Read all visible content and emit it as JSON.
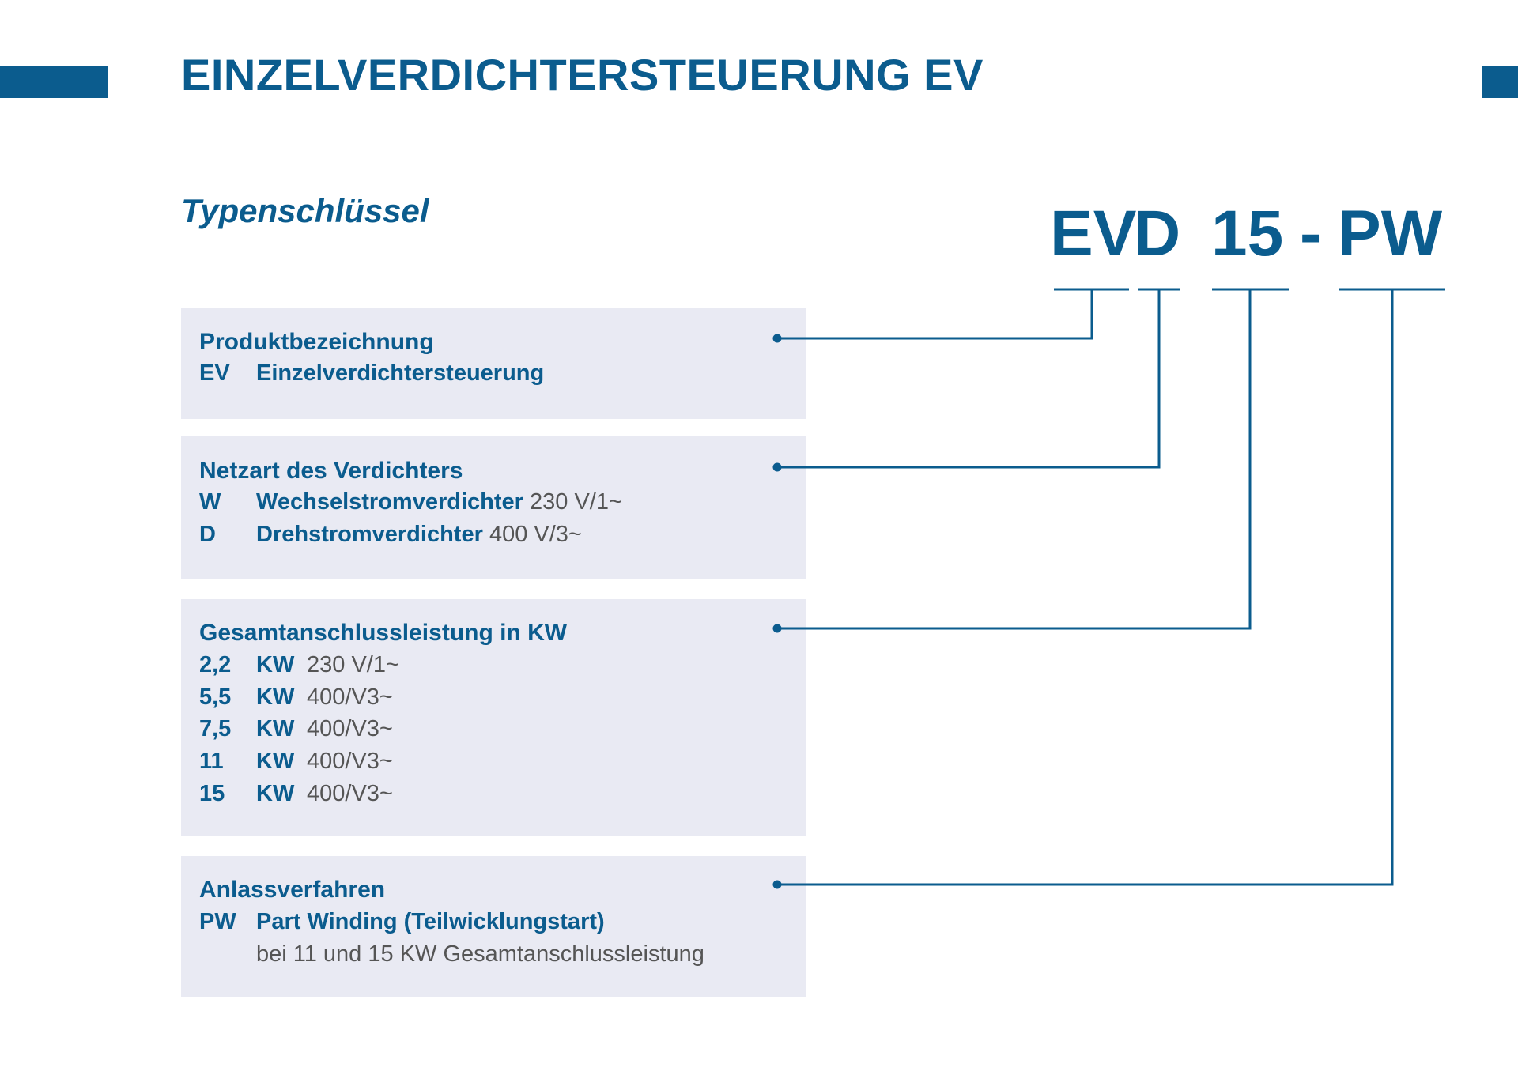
{
  "colors": {
    "brand_blue": "#0b5c8e",
    "box_bg": "#e9eaf3",
    "spec_gray": "#555555"
  },
  "page_title": "EINZELVERDICHTERSTEUERUNG EV",
  "subtitle": "Typenschlüssel",
  "type_code": {
    "parts": [
      "EV",
      "D",
      "15",
      "-",
      "PW"
    ]
  },
  "boxes": [
    {
      "title": "Produktbezeichnung",
      "rows": [
        {
          "code": "EV",
          "desc": "Einzelverdichtersteuerung",
          "spec": ""
        }
      ]
    },
    {
      "title": "Netzart des Verdichters",
      "rows": [
        {
          "code": "W",
          "desc": "Wechselstromverdichter",
          "spec": "230 V/1~"
        },
        {
          "code": "D",
          "desc": "Drehstromverdichter",
          "spec": "400 V/3~"
        }
      ]
    },
    {
      "title": "Gesamtanschlussleistung in KW",
      "rows": [
        {
          "code": "2,2",
          "unit": "KW",
          "spec": "230 V/1~"
        },
        {
          "code": "5,5",
          "unit": "KW",
          "spec": "400/V3~"
        },
        {
          "code": "7,5",
          "unit": "KW",
          "spec": "400/V3~"
        },
        {
          "code": "11",
          "unit": "KW",
          "spec": "400/V3~"
        },
        {
          "code": "15",
          "unit": "KW",
          "spec": "400/V3~"
        }
      ]
    },
    {
      "title": "Anlassverfahren",
      "rows": [
        {
          "code": "PW",
          "desc": "Part Winding (Teilwicklungstart)"
        },
        {
          "note": "bei 11 und 15 KW Gesamtanschlussleistung"
        }
      ]
    }
  ]
}
